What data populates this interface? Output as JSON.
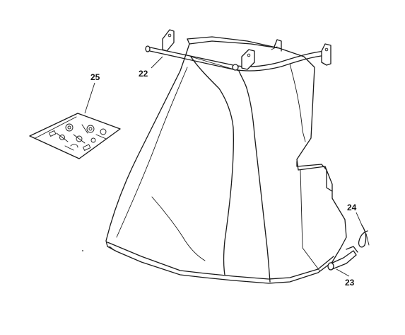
{
  "callouts": {
    "c22": "22",
    "c23": "23",
    "c24": "24",
    "c25": "25"
  },
  "colors": {
    "line": "#1a1a1a",
    "background": "#ffffff"
  }
}
